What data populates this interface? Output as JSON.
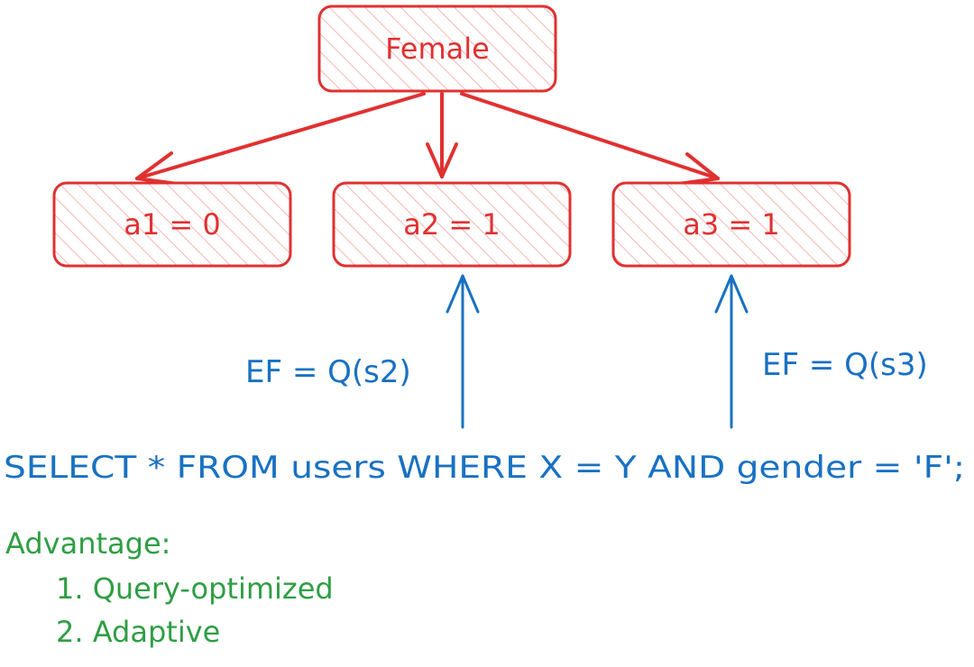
{
  "colors": {
    "node": "#e03131",
    "query": "#1971c2",
    "notes": "#2f9e44"
  },
  "nodes": {
    "root": "Female",
    "a1": "a1 = 0",
    "a2": "a2 = 1",
    "a3": "a3 = 1"
  },
  "annotations": {
    "ef_s2": "EF = Q(s2)",
    "ef_s3": "EF = Q(s3)"
  },
  "query": "SELECT * FROM users WHERE X = Y AND gender = 'F';",
  "advantages": {
    "heading": "Advantage:",
    "items": [
      "1. Query-optimized",
      "2. Adaptive"
    ]
  }
}
